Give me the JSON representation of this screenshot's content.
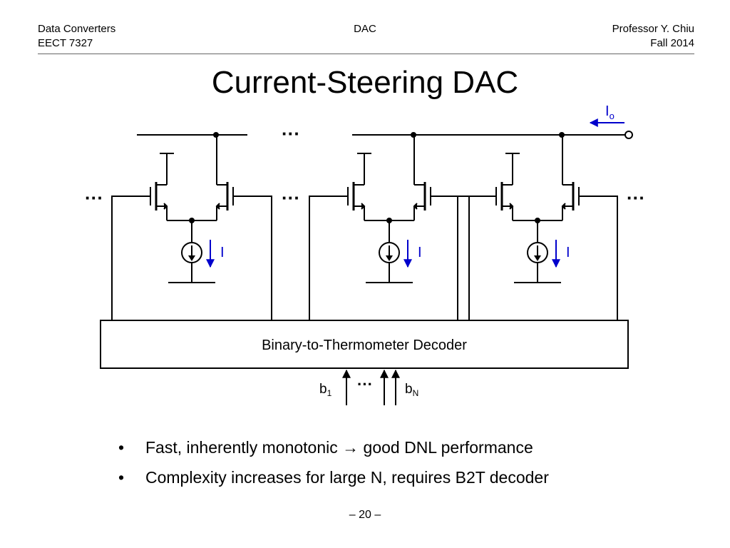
{
  "header": {
    "left_line1": "Data Converters",
    "left_line2": "EECT 7327",
    "center": "DAC",
    "right_line1": "Professor Y. Chiu",
    "right_line2": "Fall 2014"
  },
  "title": "Current-Steering DAC",
  "diagram": {
    "output_label_main": "I",
    "output_label_sub": "o",
    "cell_current_labels": [
      "I",
      "I",
      "I"
    ],
    "ellipsis": "···",
    "decoder_label": "Binary-to-Thermometer Decoder",
    "input_labels": [
      {
        "main": "b",
        "sub": "1"
      },
      {
        "main": "b",
        "sub": "N"
      }
    ],
    "colors": {
      "wire": "#000000",
      "current_arrow": "#0000cc",
      "current_label": "#0000cc"
    }
  },
  "bullets": [
    "Fast, inherently monotonic → good DNL performance",
    "Complexity increases for large N, requires B2T decoder"
  ],
  "bullet_marker": "•",
  "page_number": "– 20 –"
}
